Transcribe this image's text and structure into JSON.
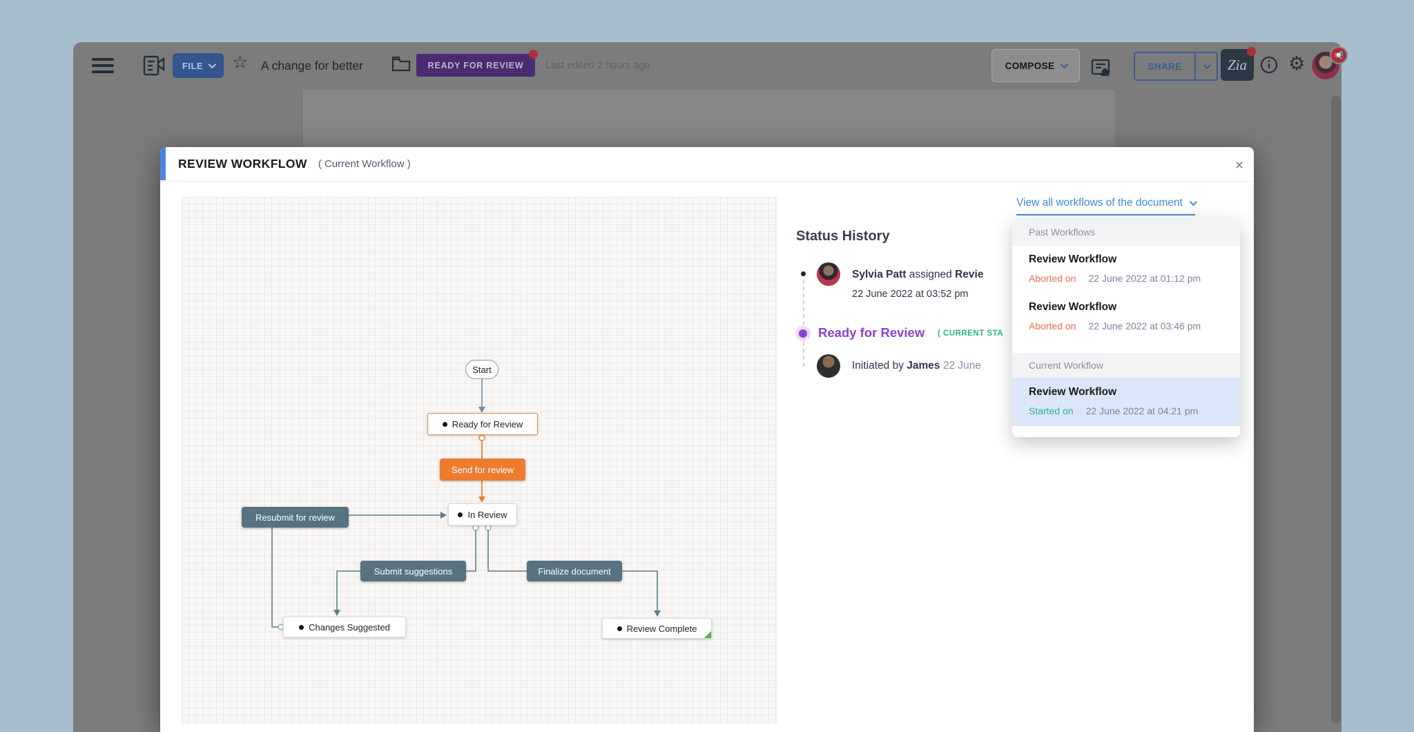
{
  "toolbar": {
    "file_label": "FILE",
    "doc_title": "A change for better",
    "status_badge": "READY FOR REVIEW",
    "last_edited": "Last edited 2 hours ago",
    "compose_label": "COMPOSE",
    "share_label": "SHARE",
    "zia_label": "Zia"
  },
  "modal": {
    "title": "REVIEW WORKFLOW",
    "subtitle": "( Current Workflow )",
    "close_icon": "×"
  },
  "diagram": {
    "bullet": "●",
    "nodes": [
      {
        "label": "Start"
      },
      {
        "label": "Ready for Review"
      },
      {
        "label": "Send for review"
      },
      {
        "label": "In Review"
      },
      {
        "label": "Resubmit for review"
      },
      {
        "label": "Submit suggestions"
      },
      {
        "label": "Finalize document"
      },
      {
        "label": "Changes Suggested"
      },
      {
        "label": "Review Complete"
      }
    ]
  },
  "history": {
    "heading": "Status History",
    "row1": {
      "actor": "Sylvia Patt",
      "action": " assigned ",
      "target": "Revie",
      "date": "22 June 2022 at 03:52 pm"
    },
    "row2": {
      "status": "Ready for Review",
      "tag": "( CURRENT STA"
    },
    "row3": {
      "prefix": "Initiated by ",
      "actor": "James",
      "date": " 22 June"
    }
  },
  "workflow_link": {
    "label": "View all workflows of the document"
  },
  "dropdown": {
    "past_header": "Past Workflows",
    "current_header": "Current Workflow",
    "items": [
      {
        "title": "Review Workflow",
        "status": "Aborted on",
        "date": "22 June 2022 at 01:12 pm"
      },
      {
        "title": "Review Workflow",
        "status": "Aborted on",
        "date": "22 June 2022 at 03:46 pm"
      },
      {
        "title": "Review Workflow",
        "status": "Started on",
        "date": "22 June 2022 at 04:21 pm"
      }
    ]
  },
  "colors": {
    "accent_blue": "#4f83e3",
    "link_blue": "#4187d9",
    "action_slate": "#56737f",
    "action_orange": "#ed7c2f",
    "current_purple": "#8a42cc",
    "success_green": "#2bb38a",
    "aborted_red": "#ee6a4d",
    "highlight_blue": "#dbe7f8"
  }
}
